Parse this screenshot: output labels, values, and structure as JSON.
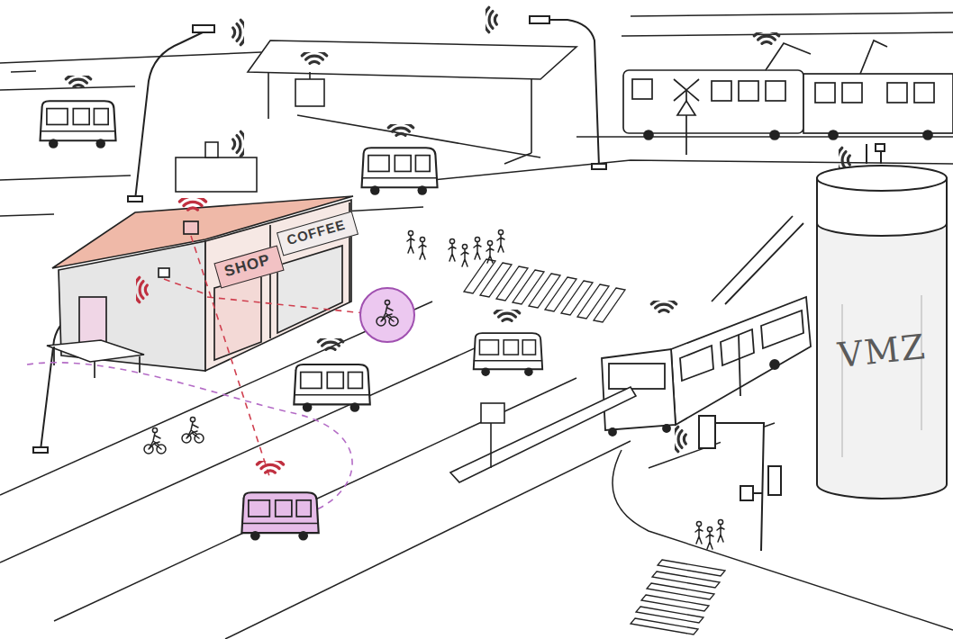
{
  "diagram": {
    "nodes": [
      {
        "text": [
          "SHOP"
        ]
      },
      {
        "text": [
          "COFFEE"
        ]
      },
      {
        "text": [
          "VMZ"
        ]
      }
    ]
  }
}
